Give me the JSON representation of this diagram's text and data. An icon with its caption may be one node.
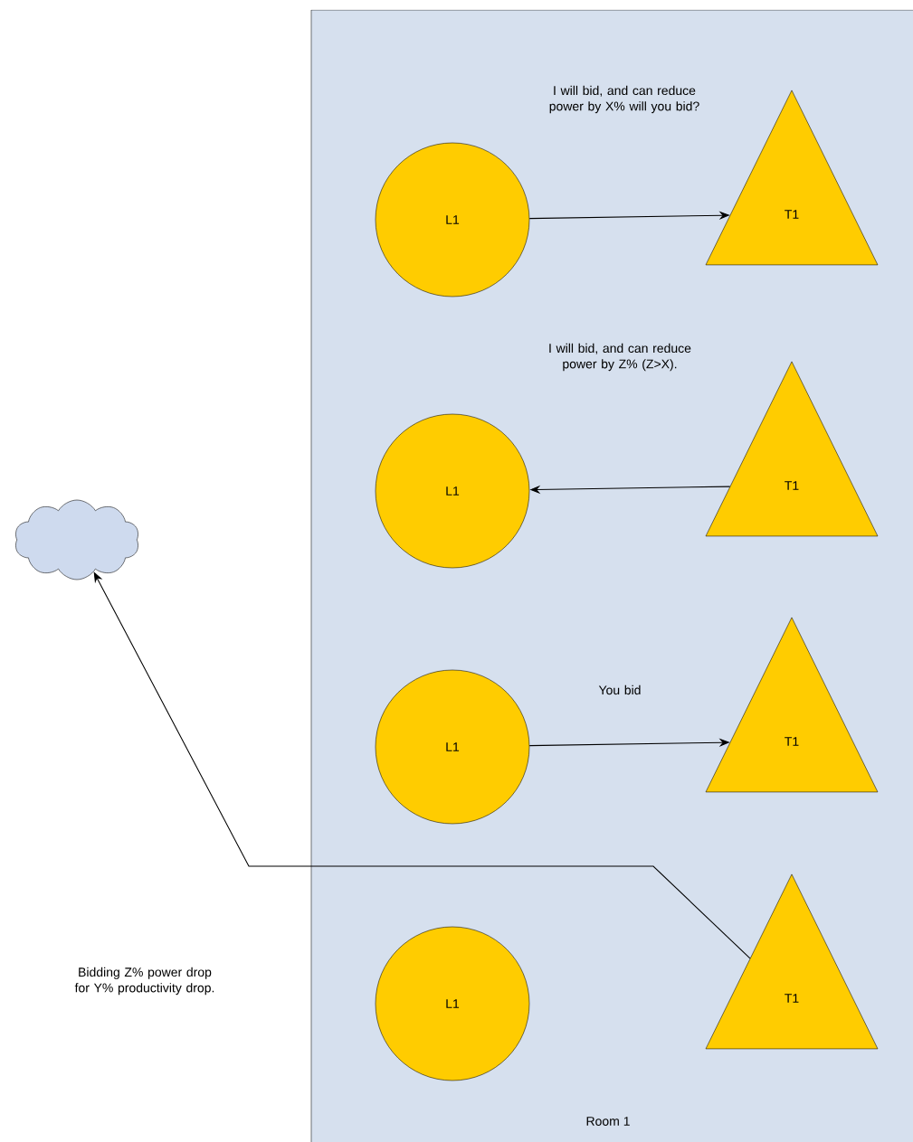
{
  "diagram": {
    "nodes": [
      {
        "text": [
          "Room 1"
        ]
      },
      {
        "text": [
          "L1"
        ],
        "in": 0
      },
      {
        "text": [
          "T1"
        ],
        "in": 0
      },
      {
        "text": [
          "L1"
        ],
        "in": 0
      },
      {
        "text": [
          "T1"
        ],
        "in": 0
      },
      {
        "text": [
          "L1"
        ],
        "in": 0
      },
      {
        "text": [
          "T1"
        ],
        "in": 0
      },
      {
        "text": [
          "L1"
        ],
        "in": 0
      },
      {
        "text": [
          "T1"
        ],
        "in": 0
      },
      {
        "text": [],
        "shape": "cloud"
      }
    ],
    "edges": [
      {
        "from": 1,
        "to": 2,
        "arrow": "to"
      },
      {
        "from": 4,
        "to": 3,
        "arrow": "to"
      },
      {
        "from": 5,
        "to": 6,
        "arrow": "to",
        "label": "You bid"
      },
      {
        "from": 8,
        "to": 9,
        "arrow": "to"
      }
    ],
    "labels": [
      "I will bid, and can reduce power by X% will you bid?",
      "I will bid, and can reduce power by Z% (Z>X).",
      "Bidding Z% power drop for Y% productivity drop."
    ]
  }
}
